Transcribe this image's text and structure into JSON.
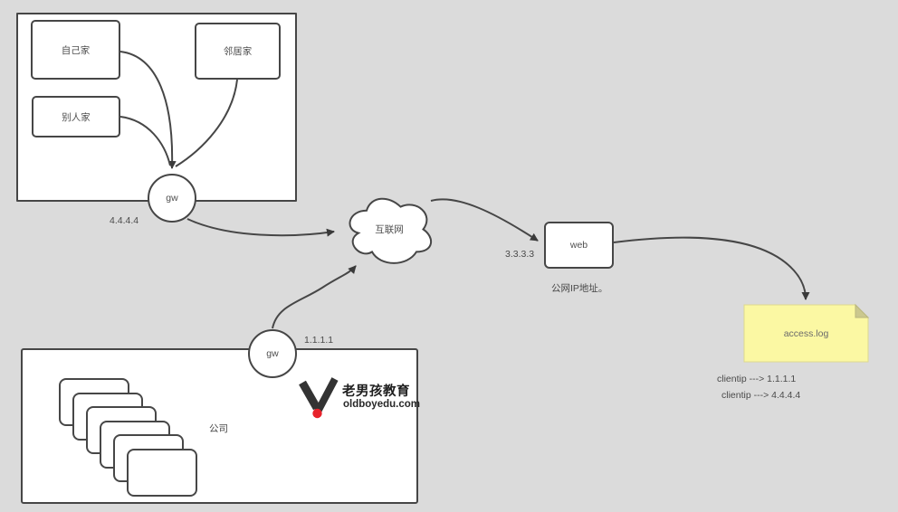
{
  "colors": {
    "background": "#dbdbdb",
    "shape_fill": "#ffffff",
    "shape_stroke": "#464646",
    "note_fill": "#fbf8a3",
    "note_fold": "#cbc88e",
    "logo_red": "#e7222b"
  },
  "home_group": {
    "boxes": [
      {
        "label": "自己家"
      },
      {
        "label": "邻居家"
      },
      {
        "label": "别人家"
      }
    ],
    "gateway_label": "gw",
    "ip_label": "4.4.4.4"
  },
  "internet": {
    "label": "互联网"
  },
  "web_server": {
    "label": "web",
    "ip_label": "3.3.3.3",
    "caption": "公网IP地址。"
  },
  "log_note": {
    "label": "access.log",
    "lines": [
      "clientip ---> 1.1.1.1",
      "clientip ---> 4.4.4.4"
    ]
  },
  "company": {
    "label": "公司",
    "gateway_label": "gw",
    "ip_label": "1.1.1.1",
    "computer_count": 6
  },
  "logo": {
    "title": "老男孩教育",
    "domain": "oldboyedu.com"
  }
}
